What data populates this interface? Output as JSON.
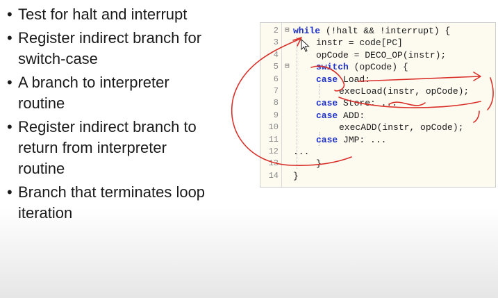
{
  "bullets": [
    [
      "Test for halt and interrupt"
    ],
    [
      "Register indirect branch for",
      "switch-case"
    ],
    [
      "A branch to interpreter",
      "routine"
    ],
    [
      "Register indirect branch to",
      "return from interpreter",
      "routine"
    ],
    [
      "Branch that terminates loop",
      "iteration"
    ]
  ],
  "code": {
    "lines": [
      {
        "num": "2",
        "fold": "⊟",
        "indent": 0,
        "kw": "while",
        "rest": " (!halt && !interrupt) {"
      },
      {
        "num": "3",
        "fold": "",
        "indent": 1,
        "kw": "",
        "rest": "instr = code[PC]"
      },
      {
        "num": "4",
        "fold": "",
        "indent": 1,
        "kw": "",
        "rest": "opCode = DECO_OP(instr);"
      },
      {
        "num": "5",
        "fold": "⊟",
        "indent": 1,
        "kw": "switch",
        "rest": " (opCode) {"
      },
      {
        "num": "6",
        "fold": "",
        "indent": 1,
        "kw": "case",
        "rest": " Load:"
      },
      {
        "num": "7",
        "fold": "",
        "indent": 2,
        "kw": "",
        "rest": "execLoad(instr, opCode);"
      },
      {
        "num": "8",
        "fold": "",
        "indent": 1,
        "kw": "case",
        "rest": " Store: ..."
      },
      {
        "num": "9",
        "fold": "",
        "indent": 1,
        "kw": "case",
        "rest": " ADD:"
      },
      {
        "num": "10",
        "fold": "",
        "indent": 2,
        "kw": "",
        "rest": "execADD(instr, opCode);"
      },
      {
        "num": "11",
        "fold": "",
        "indent": 1,
        "kw": "case",
        "rest": " JMP: ..."
      },
      {
        "num": "12",
        "fold": "",
        "indent": 0,
        "kw": "",
        "rest": "..."
      },
      {
        "num": "13",
        "fold": "",
        "indent": 1,
        "kw": "",
        "rest": "}"
      },
      {
        "num": "14",
        "fold": "",
        "indent": 0,
        "kw": "",
        "rest": "}"
      }
    ]
  },
  "colors": {
    "keyword": "#1f32c8",
    "annotation": "#d9302a",
    "code_background": "#fdfaf0"
  }
}
